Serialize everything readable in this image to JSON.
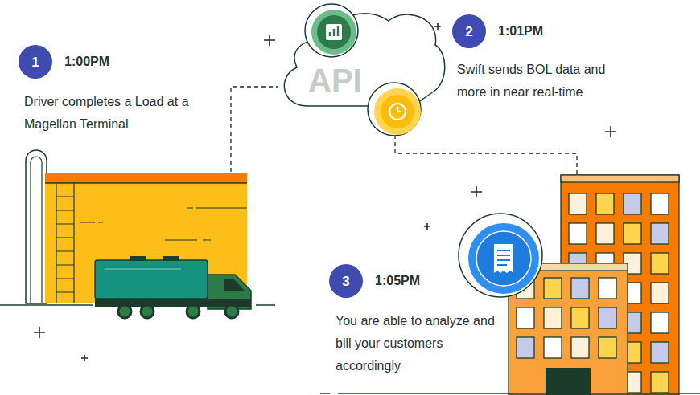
{
  "diagram": {
    "nodes": [
      {
        "text": [
          "1"
        ]
      },
      {
        "text": [
          "API"
        ]
      },
      {
        "text": [
          "2"
        ]
      },
      {
        "text": [
          "3"
        ]
      }
    ],
    "labels": [
      "1:00PM",
      "Driver completes a Load at a Magellan Terminal",
      "1:01PM",
      "Swift sends BOL data and more in near real-time",
      "1:05PM",
      "You are able to analyze and bill your customers accordingly"
    ]
  }
}
